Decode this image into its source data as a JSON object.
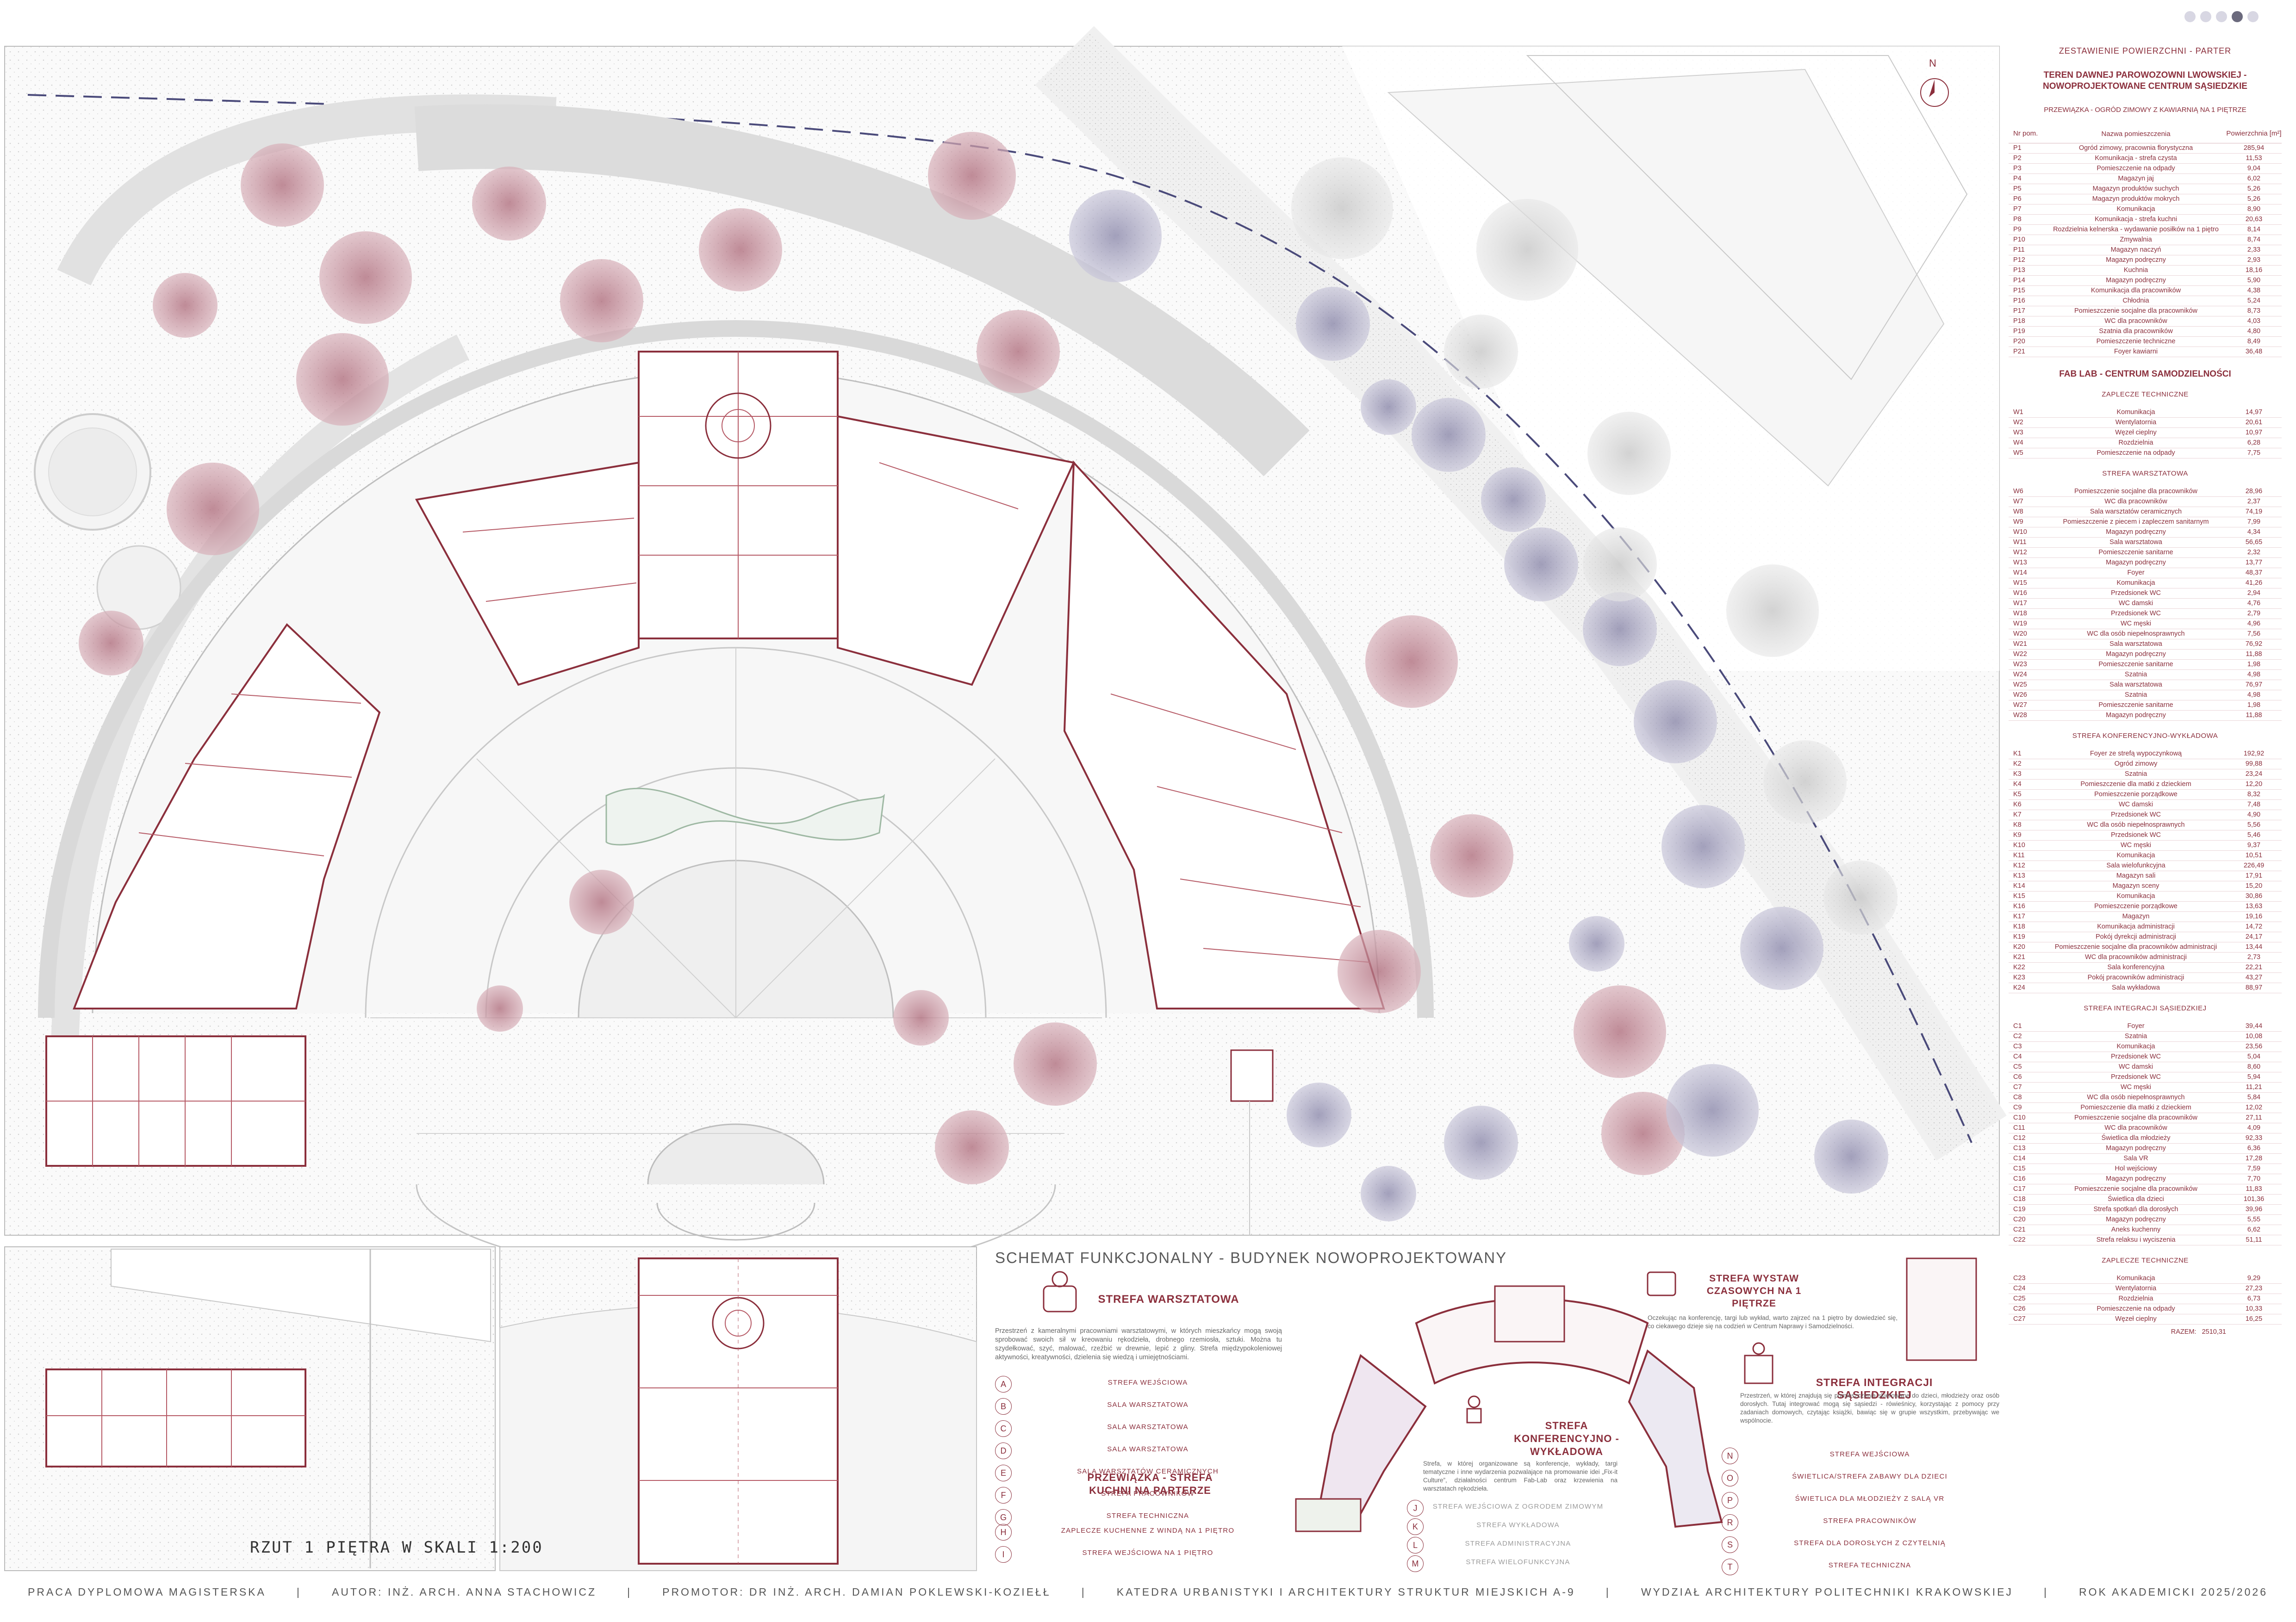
{
  "table": {
    "header": "ZESTAWIENIE POWIERZCHNI - PARTER",
    "title": "TEREN DAWNEJ PAROWOZOWNI LWOWSKIEJ - NOWOPROJEKTOWANE CENTRUM SĄSIEDZKIE",
    "subtitle": "PRZEWIĄZKA - OGRÓD ZIMOWY Z KAWIARNIĄ NA 1 PIĘTRZE",
    "col_no": "Nr pom.",
    "col_name": "Nazwa pomieszczenia",
    "col_area": "Powierzchnia [m²]",
    "p_rows": [
      {
        "no": "P1",
        "name": "Ogród zimowy, pracownia florystyczna",
        "area": "285,94"
      },
      {
        "no": "P2",
        "name": "Komunikacja - strefa czysta",
        "area": "11,53"
      },
      {
        "no": "P3",
        "name": "Pomieszczenie na odpady",
        "area": "9,04"
      },
      {
        "no": "P4",
        "name": "Magazyn jaj",
        "area": "6,02"
      },
      {
        "no": "P5",
        "name": "Magazyn produktów suchych",
        "area": "5,26"
      },
      {
        "no": "P6",
        "name": "Magazyn produktów mokrych",
        "area": "5,26"
      },
      {
        "no": "P7",
        "name": "Komunikacja",
        "area": "8,90"
      },
      {
        "no": "P8",
        "name": "Komunikacja - strefa kuchni",
        "area": "20,63"
      },
      {
        "no": "P9",
        "name": "Rozdzielnia kelnerska - wydawanie posiłków na 1 piętro",
        "area": "8,14"
      },
      {
        "no": "P10",
        "name": "Zmywalnia",
        "area": "8,74"
      },
      {
        "no": "P11",
        "name": "Magazyn naczyń",
        "area": "2,33"
      },
      {
        "no": "P12",
        "name": "Magazyn podręczny",
        "area": "2,93"
      },
      {
        "no": "P13",
        "name": "Kuchnia",
        "area": "18,16"
      },
      {
        "no": "P14",
        "name": "Magazyn podręczny",
        "area": "5,90"
      },
      {
        "no": "P15",
        "name": "Komunikacja dla pracowników",
        "area": "4,38"
      },
      {
        "no": "P16",
        "name": "Chłodnia",
        "area": "5,24"
      },
      {
        "no": "P17",
        "name": "Pomieszczenie socjalne dla pracowników",
        "area": "8,73"
      },
      {
        "no": "P18",
        "name": "WC dla pracowników",
        "area": "4,03"
      },
      {
        "no": "P19",
        "name": "Szatnia dla pracowników",
        "area": "4,80"
      },
      {
        "no": "P20",
        "name": "Pomieszczenie techniczne",
        "area": "8,49"
      },
      {
        "no": "P21",
        "name": "Foyer kawiarni",
        "area": "36,48"
      }
    ],
    "fablab_title": "FAB LAB - CENTRUM SAMODZIELNOŚCI",
    "zone_w1": "ZAPLECZE TECHNICZNE",
    "w_tech_rows": [
      {
        "no": "W1",
        "name": "Komunikacja",
        "area": "14,97"
      },
      {
        "no": "W2",
        "name": "Wentylatornia",
        "area": "20,61"
      },
      {
        "no": "W3",
        "name": "Węzeł cieplny",
        "area": "10,97"
      },
      {
        "no": "W4",
        "name": "Rozdzielnia",
        "area": "6,28"
      },
      {
        "no": "W5",
        "name": "Pomieszczenie na odpady",
        "area": "7,75"
      }
    ],
    "zone_w2": "STREFA WARSZTATOWA",
    "w_rows": [
      {
        "no": "W6",
        "name": "Pomieszczenie socjalne dla pracowników",
        "area": "28,96"
      },
      {
        "no": "W7",
        "name": "WC dla pracowników",
        "area": "2,37"
      },
      {
        "no": "W8",
        "name": "Sala warsztatów ceramicznych",
        "area": "74,19"
      },
      {
        "no": "W9",
        "name": "Pomieszczenie z piecem i zapleczem sanitarnym",
        "area": "7,99"
      },
      {
        "no": "W10",
        "name": "Magazyn podręczny",
        "area": "4,34"
      },
      {
        "no": "W11",
        "name": "Sala warsztatowa",
        "area": "56,65"
      },
      {
        "no": "W12",
        "name": "Pomieszczenie sanitarne",
        "area": "2,32"
      },
      {
        "no": "W13",
        "name": "Magazyn podręczny",
        "area": "13,77"
      },
      {
        "no": "W14",
        "name": "Foyer",
        "area": "48,37"
      },
      {
        "no": "W15",
        "name": "Komunikacja",
        "area": "41,26"
      },
      {
        "no": "W16",
        "name": "Przedsionek WC",
        "area": "2,94"
      },
      {
        "no": "W17",
        "name": "WC damski",
        "area": "4,76"
      },
      {
        "no": "W18",
        "name": "Przedsionek WC",
        "area": "2,79"
      },
      {
        "no": "W19",
        "name": "WC męski",
        "area": "4,96"
      },
      {
        "no": "W20",
        "name": "WC dla osób niepełnosprawnych",
        "area": "7,56"
      },
      {
        "no": "W21",
        "name": "Sala warsztatowa",
        "area": "76,92"
      },
      {
        "no": "W22",
        "name": "Magazyn podręczny",
        "area": "11,88"
      },
      {
        "no": "W23",
        "name": "Pomieszczenie sanitarne",
        "area": "1,98"
      },
      {
        "no": "W24",
        "name": "Szatnia",
        "area": "4,98"
      },
      {
        "no": "W25",
        "name": "Sala warsztatowa",
        "area": "76,97"
      },
      {
        "no": "W26",
        "name": "Szatnia",
        "area": "4,98"
      },
      {
        "no": "W27",
        "name": "Pomieszczenie sanitarne",
        "area": "1,98"
      },
      {
        "no": "W28",
        "name": "Magazyn podręczny",
        "area": "11,88"
      }
    ],
    "zone_k": "STREFA KONFERENCYJNO-WYKŁADOWA",
    "k_rows": [
      {
        "no": "K1",
        "name": "Foyer ze strefą wypoczynkową",
        "area": "192,92"
      },
      {
        "no": "K2",
        "name": "Ogród zimowy",
        "area": "99,88"
      },
      {
        "no": "K3",
        "name": "Szatnia",
        "area": "23,24"
      },
      {
        "no": "K4",
        "name": "Pomieszczenie dla matki z dzieckiem",
        "area": "12,20"
      },
      {
        "no": "K5",
        "name": "Pomieszczenie porządkowe",
        "area": "8,32"
      },
      {
        "no": "K6",
        "name": "WC damski",
        "area": "7,48"
      },
      {
        "no": "K7",
        "name": "Przedsionek WC",
        "area": "4,90"
      },
      {
        "no": "K8",
        "name": "WC dla osób niepełnosprawnych",
        "area": "5,56"
      },
      {
        "no": "K9",
        "name": "Przedsionek WC",
        "area": "5,46"
      },
      {
        "no": "K10",
        "name": "WC męski",
        "area": "9,37"
      },
      {
        "no": "K11",
        "name": "Komunikacja",
        "area": "10,51"
      },
      {
        "no": "K12",
        "name": "Sala wielofunkcyjna",
        "area": "226,49"
      },
      {
        "no": "K13",
        "name": "Magazyn sali",
        "area": "17,91"
      },
      {
        "no": "K14",
        "name": "Magazyn sceny",
        "area": "15,20"
      },
      {
        "no": "K15",
        "name": "Komunikacja",
        "area": "30,86"
      },
      {
        "no": "K16",
        "name": "Pomieszczenie porządkowe",
        "area": "13,63"
      },
      {
        "no": "K17",
        "name": "Magazyn",
        "area": "19,16"
      },
      {
        "no": "K18",
        "name": "Komunikacja administracji",
        "area": "14,72"
      },
      {
        "no": "K19",
        "name": "Pokój dyrekcji administracji",
        "area": "24,17"
      },
      {
        "no": "K20",
        "name": "Pomieszczenie socjalne dla pracowników administracji",
        "area": "13,44"
      },
      {
        "no": "K21",
        "name": "WC dla pracowników administracji",
        "area": "2,73"
      },
      {
        "no": "K22",
        "name": "Sala konferencyjna",
        "area": "22,21"
      },
      {
        "no": "K23",
        "name": "Pokój pracowników administracji",
        "area": "43,27"
      },
      {
        "no": "K24",
        "name": "Sala wykładowa",
        "area": "88,97"
      }
    ],
    "zone_c": "STREFA INTEGRACJI SĄSIEDZKIEJ",
    "c_rows": [
      {
        "no": "C1",
        "name": "Foyer",
        "area": "39,44"
      },
      {
        "no": "C2",
        "name": "Szatnia",
        "area": "10,08"
      },
      {
        "no": "C3",
        "name": "Komunikacja",
        "area": "23,56"
      },
      {
        "no": "C4",
        "name": "Przedsionek WC",
        "area": "5,04"
      },
      {
        "no": "C5",
        "name": "WC damski",
        "area": "8,60"
      },
      {
        "no": "C6",
        "name": "Przedsionek WC",
        "area": "5,94"
      },
      {
        "no": "C7",
        "name": "WC męski",
        "area": "11,21"
      },
      {
        "no": "C8",
        "name": "WC dla osób niepełnosprawnych",
        "area": "5,84"
      },
      {
        "no": "C9",
        "name": "Pomieszczenie dla matki z dzieckiem",
        "area": "12,02"
      },
      {
        "no": "C10",
        "name": "Pomieszczenie socjalne dla pracowników",
        "area": "27,11"
      },
      {
        "no": "C11",
        "name": "WC dla pracowników",
        "area": "4,09"
      },
      {
        "no": "C12",
        "name": "Świetlica dla młodzieży",
        "area": "92,33"
      },
      {
        "no": "C13",
        "name": "Magazyn podręczny",
        "area": "6,36"
      },
      {
        "no": "C14",
        "name": "Sala VR",
        "area": "17,28"
      },
      {
        "no": "C15",
        "name": "Hol wejściowy",
        "area": "7,59"
      },
      {
        "no": "C16",
        "name": "Magazyn podręczny",
        "area": "7,70"
      },
      {
        "no": "C17",
        "name": "Pomieszczenie socjalne dla pracowników",
        "area": "11,83"
      },
      {
        "no": "C18",
        "name": "Świetlica dla dzieci",
        "area": "101,36"
      },
      {
        "no": "C19",
        "name": "Strefa spotkań dla dorosłych",
        "area": "39,96"
      },
      {
        "no": "C20",
        "name": "Magazyn podręczny",
        "area": "5,55"
      },
      {
        "no": "C21",
        "name": "Aneks kuchenny",
        "area": "6,62"
      },
      {
        "no": "C22",
        "name": "Strefa relaksu i wyciszenia",
        "area": "51,11"
      }
    ],
    "zone_c2": "ZAPLECZE TECHNICZNE",
    "c2_rows": [
      {
        "no": "C23",
        "name": "Komunikacja",
        "area": "9,29"
      },
      {
        "no": "C24",
        "name": "Wentylatornia",
        "area": "27,23"
      },
      {
        "no": "C25",
        "name": "Rozdzielnia",
        "area": "6,73"
      },
      {
        "no": "C26",
        "name": "Pomieszczenie na odpady",
        "area": "10,33"
      },
      {
        "no": "C27",
        "name": "Węzeł cieplny",
        "area": "16,25"
      }
    ],
    "total_label": "RAZEM:",
    "total_value": "2510,31"
  },
  "north": "N",
  "schema": {
    "title": "SCHEMAT FUNKCJONALNY - BUDYNEK NOWOPROJEKTOWANY",
    "warsztat_title": "STREFA WARSZTATOWA",
    "warsztat_desc": "Przestrzeń z kameralnymi pracowniami warsztatowymi, w których mieszkańcy mogą swoją sprobować swoich sił w kreowaniu rękodzieła, drobnego rzemiosła, sztuki. Można tu szydełkować, szyć, malować, rzeźbić w drewnie, lepić z gliny. Strefa międzypokoleniowej aktywności, kreatywności, dzielenia się wiedzą i umiejętnościami.",
    "warsztat_items": [
      "STREFA WEJŚCIOWA",
      "SALA WARSZTATOWA",
      "SALA WARSZTATOWA",
      "SALA WARSZTATOWA",
      "SALA WARSZTATÓW CERAMICZNYCH",
      "STREFA PRACOWNIKÓW",
      "STREFA TECHNICZNA"
    ],
    "warsztat_letters": [
      "A",
      "B",
      "C",
      "D",
      "E",
      "F",
      "G"
    ],
    "przewiazka_title": "PRZEWIĄZKA - STREFA KUCHNI NA PARTERZE",
    "przewiazka_items": [
      "ZAPLECZE KUCHENNE Z WINDĄ NA 1 PIĘTRO",
      "STREFA WEJŚCIOWA NA 1 PIĘTRO"
    ],
    "przewiazka_letters": [
      "H",
      "I"
    ],
    "konf_title": "STREFA KONFERENCYJNO - WYKŁADOWA",
    "konf_desc": "Strefa, w której organizowane są konferencje, wykłady, targi tematyczne i inne wydarzenia pozwalające na promowanie idei „Fix-it Culture”, działalności centrum Fab-Lab oraz krzewienia na warsztatach rękodzieła.",
    "konf_items": [
      "STREFA WEJŚCIOWA Z OGRODEM ZIMOWYM",
      "STREFA WYKŁADOWA",
      "STREFA ADMINISTRACYJNA",
      "STREFA WIELOFUNKCYJNA"
    ],
    "konf_letters": [
      "J",
      "K",
      "L",
      "M"
    ],
    "wystawy_title": "STREFA WYSTAW CZASOWYCH NA 1 PIĘTRZE",
    "wystawy_desc": "Oczekując na konferencję, targi lub wykład, warto zajrzeć na 1 piętro by dowiedzieć się, co ciekawego dzieje się na codzień w Centrum Naprawy i Samodzielności.",
    "integr_title": "STREFA INTEGRACJI SĄSIEDZKIEJ",
    "integr_desc": "Przestrzeń, w której znajdują się pomieszczenia skierowane do dzieci, młodzieży oraz osób dorosłych. Tutaj integrować mogą się sąsiedzi - rówieśnicy, korzystając z pomocy przy zadaniach domowych, czytając książki, bawiąc się w grupie wszystkim, przebywając we wspólnocie.",
    "integr_items": [
      "STREFA WEJŚCIOWA",
      "ŚWIETLICA/STREFA ZABAWY DLA DZIECI",
      "ŚWIETLICA DLA MŁODZIEŻY Z SALĄ VR",
      "STREFA PRACOWNIKÓW",
      "STREFA DLA DOROSŁYCH Z CZYTELNIĄ",
      "STREFA TECHNICZNA"
    ],
    "integr_letters": [
      "N",
      "O",
      "P",
      "R",
      "S",
      "T"
    ]
  },
  "scale_label": "RZUT 1 PIĘTRA W SKALI 1:200",
  "footer": [
    "PRACA DYPLOMOWA MAGISTERSKA",
    "|",
    "AUTOR: INŻ. ARCH. ANNA STACHOWICZ",
    "|",
    "PROMOTOR: DR INŻ. ARCH. DAMIAN POKLEWSKI-KOZIEŁŁ",
    "|",
    "KATEDRA URBANISTYKI  I  ARCHITEKTURY STRUKTUR MIEJSKICH A-9",
    "|",
    "WYDZIAŁ ARCHITEKTURY POLITECHNIKI KRAKOWSKIEJ",
    "|",
    "ROK AKADEMICKI 2025/2026"
  ],
  "colors": {
    "accent": "#8b2f3c",
    "tree_pink": "#c98f9b",
    "tree_lilac": "#9e9bb8",
    "line": "#b0b0b0"
  }
}
